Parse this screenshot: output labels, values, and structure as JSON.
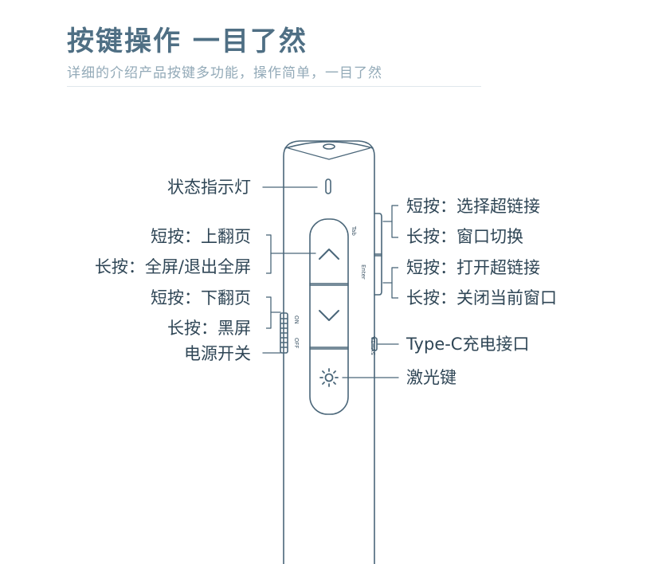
{
  "header": {
    "title": "按键操作 一目了然",
    "subtitle": "详细的介绍产品按键多功能，操作简单，一目了然"
  },
  "labels": {
    "status_light": "状态指示灯",
    "up_short": "短按：上翻页",
    "up_long": "长按：全屏/退出全屏",
    "down_short": "短按：下翻页",
    "down_long": "长按：黑屏",
    "power_switch": "电源开关",
    "tab_short": "短按：选择超链接",
    "tab_long": "长按：窗口切换",
    "enter_short": "短按：打开超链接",
    "enter_long": "长按：关闭当前窗口",
    "typec": "Type-C充电接口",
    "laser": "激光键"
  },
  "device_marks": {
    "tab": "Tab",
    "enter": "Enter",
    "on": "ON",
    "off": "OFF",
    "power_rating": "5V⎓1A"
  },
  "colors": {
    "title": "#4f6f84",
    "subtitle": "#93aab8",
    "outline": "#4a6679",
    "text": "#2f4656"
  },
  "icons": {
    "up": "chevron-up-icon",
    "down": "chevron-down-icon",
    "laser": "sun-icon"
  }
}
